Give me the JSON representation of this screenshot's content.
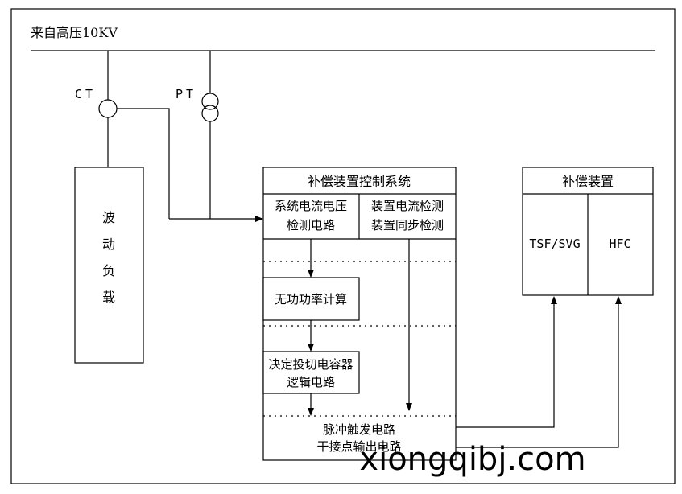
{
  "source": {
    "label": "来自高压10KV"
  },
  "ct": {
    "label": "CT"
  },
  "pt": {
    "label": "PT"
  },
  "load": {
    "chars": [
      "波",
      "动",
      "负",
      "载"
    ]
  },
  "control_system": {
    "title": "补偿装置控制系统",
    "left_detect": [
      "系统电流电压",
      "检测电路"
    ],
    "right_detect": [
      "装置电流检测",
      "装置同步检测"
    ],
    "reactive": "无功功率计算",
    "logic": [
      "决定投切电容器",
      "逻辑电路"
    ],
    "pulse": [
      "脉冲触发电路",
      "干接点输出电路"
    ]
  },
  "compensator": {
    "title": "补偿装置",
    "left": "TSF/SVG",
    "right": "HFC"
  },
  "watermark": "xiongqibj.com"
}
